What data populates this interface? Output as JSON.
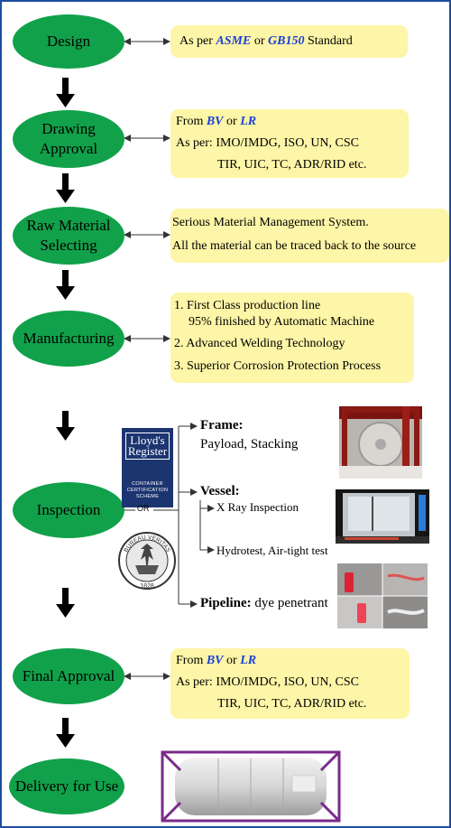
{
  "steps": {
    "design": "Design",
    "drawing_1": "Drawing",
    "drawing_2": "Approval",
    "raw_1": "Raw Material",
    "raw_2": "Selecting",
    "manufacturing": "Manufacturing",
    "inspection": "Inspection",
    "final_approval": "Final Approval",
    "delivery": "Delivery for Use"
  },
  "design_box": {
    "prefix": "As per ",
    "asme": "ASME",
    "or": " or ",
    "gb": "GB150",
    "suffix": " Standard"
  },
  "drawing_box": {
    "from": "From ",
    "bv": "BV",
    "or": " or ",
    "lr": "LR",
    "line2": "As per: IMO/IMDG, ISO, UN, CSC",
    "line3": "TIR, UIC, TC, ADR/RID etc."
  },
  "raw_box": {
    "line1": "Serious Material Management System.",
    "line2": "All the material can be traced back to the source"
  },
  "manufacturing_box": {
    "item1a": "1. First Class production line",
    "item1b": "95% finished by Automatic Machine",
    "item2": "2. Advanced Welding Technology",
    "item3": "3. Superior Corrosion Protection Process"
  },
  "inspection": {
    "or_label": "OR",
    "lloyds_logo_1": "Lloyd's",
    "lloyds_logo_2": "Register",
    "lloyds_scheme_1": "CONTAINER",
    "lloyds_scheme_2": "CERTIFICATION",
    "lloyds_scheme_3": "SCHEME",
    "bv_seal_text": "BUREAU VERITAS",
    "bv_seal_year": "1828",
    "frame_title": "Frame:",
    "frame_desc": "Payload, Stacking",
    "vessel_title": "Vessel:",
    "xray": "X Ray Inspection",
    "hydro": "Hydrotest, Air-tight test",
    "pipeline_title": "Pipeline:",
    "pipeline_desc": " dye penetrant"
  },
  "final_box": {
    "from": "From ",
    "bv": "BV",
    "or": " or ",
    "lr": "LR",
    "line2": "As per: IMO/IMDG, ISO, UN, CSC",
    "line3": "TIR, UIC, TC, ADR/RID etc."
  },
  "colors": {
    "oval": "#11a14a",
    "box": "#fdf5a7",
    "emphasis": "#1b3fd6",
    "border": "#1f4ea0"
  }
}
